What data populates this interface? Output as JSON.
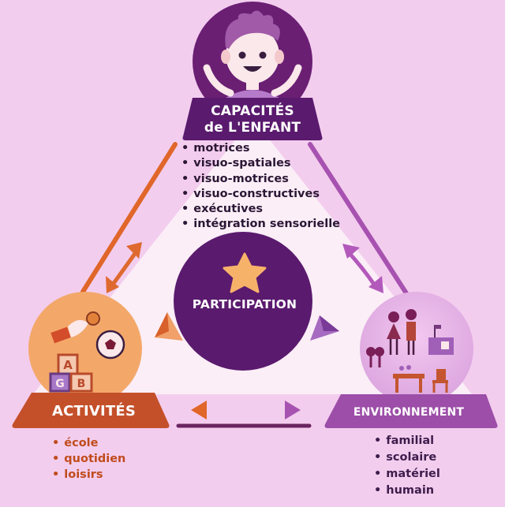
{
  "diagram": {
    "type": "triangle-relationship",
    "center": {
      "label": "PARTICIPATION",
      "icon": "star-icon"
    },
    "nodes": {
      "capacites": {
        "title_line1": "CAPACITÉS",
        "title_line2": "de L'ENFANT",
        "icon": "child-icon",
        "items": [
          "motrices",
          "visuo-spatiales",
          "visuo-motrices",
          "visuo-constructives",
          "exécutives",
          "intégration sensorielle"
        ]
      },
      "activites": {
        "title": "ACTIVITÉS",
        "icon": "toys-blocks-ball-icon",
        "items": [
          "école",
          "quotidien",
          "loisirs"
        ]
      },
      "environnement": {
        "title": "ENVIRONNEMENT",
        "icon": "family-house-furniture-icon",
        "items": [
          "familial",
          "scolaire",
          "matériel",
          "humain"
        ]
      }
    },
    "colors": {
      "background": "#f3cdee",
      "inner_triangle": "#fbeef7",
      "purple_dark": "#5a1a6e",
      "orange": "#e0662a",
      "orange_light": "#f4ab72",
      "violet": "#a752b0",
      "violet_light": "#e7b6e6",
      "star": "#f7b26a"
    }
  }
}
